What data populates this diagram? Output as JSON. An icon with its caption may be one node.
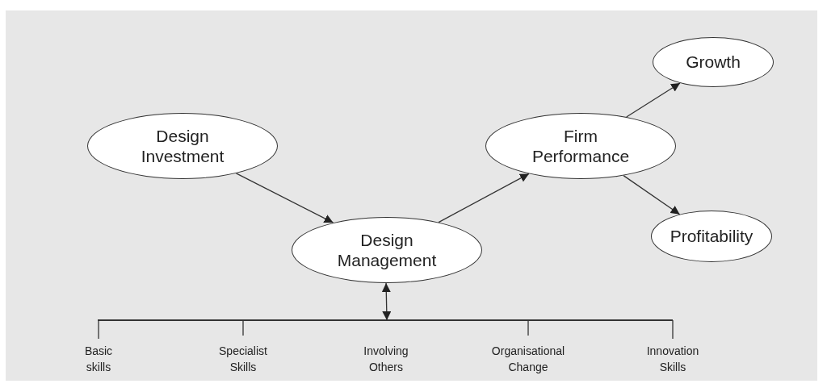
{
  "diagram": {
    "nodes": [
      {
        "text": [
          "Design Investment"
        ]
      },
      {
        "text": [
          "Design Management"
        ]
      },
      {
        "text": [
          "Firm Performance"
        ]
      },
      {
        "text": [
          "Growth"
        ]
      },
      {
        "text": [
          "Profitability"
        ]
      },
      {
        "text": [],
        "shape": "bar"
      },
      {
        "text": [
          "Basic skills"
        ]
      },
      {
        "text": [
          "Specialist Skills"
        ]
      },
      {
        "text": [
          "Organisational Change"
        ]
      },
      {
        "text": [
          "Innovation Skills"
        ]
      }
    ],
    "edges": [
      {
        "from": 0,
        "to": 1,
        "arrow": "to"
      },
      {
        "from": 1,
        "to": 2,
        "arrow": "to"
      },
      {
        "from": 2,
        "to": 3,
        "arrow": "to"
      },
      {
        "from": 2,
        "to": 4,
        "arrow": "to"
      },
      {
        "from": 1,
        "to": 5,
        "arrow": "both"
      },
      {
        "from": 5,
        "to": 6,
        "arrow": "none"
      },
      {
        "from": 5,
        "to": 7,
        "arrow": "none"
      },
      {
        "from": 5,
        "to": 8,
        "arrow": "none"
      },
      {
        "from": 5,
        "to": 9,
        "arrow": "none"
      }
    ],
    "labels": [
      "Involving Others"
    ]
  }
}
